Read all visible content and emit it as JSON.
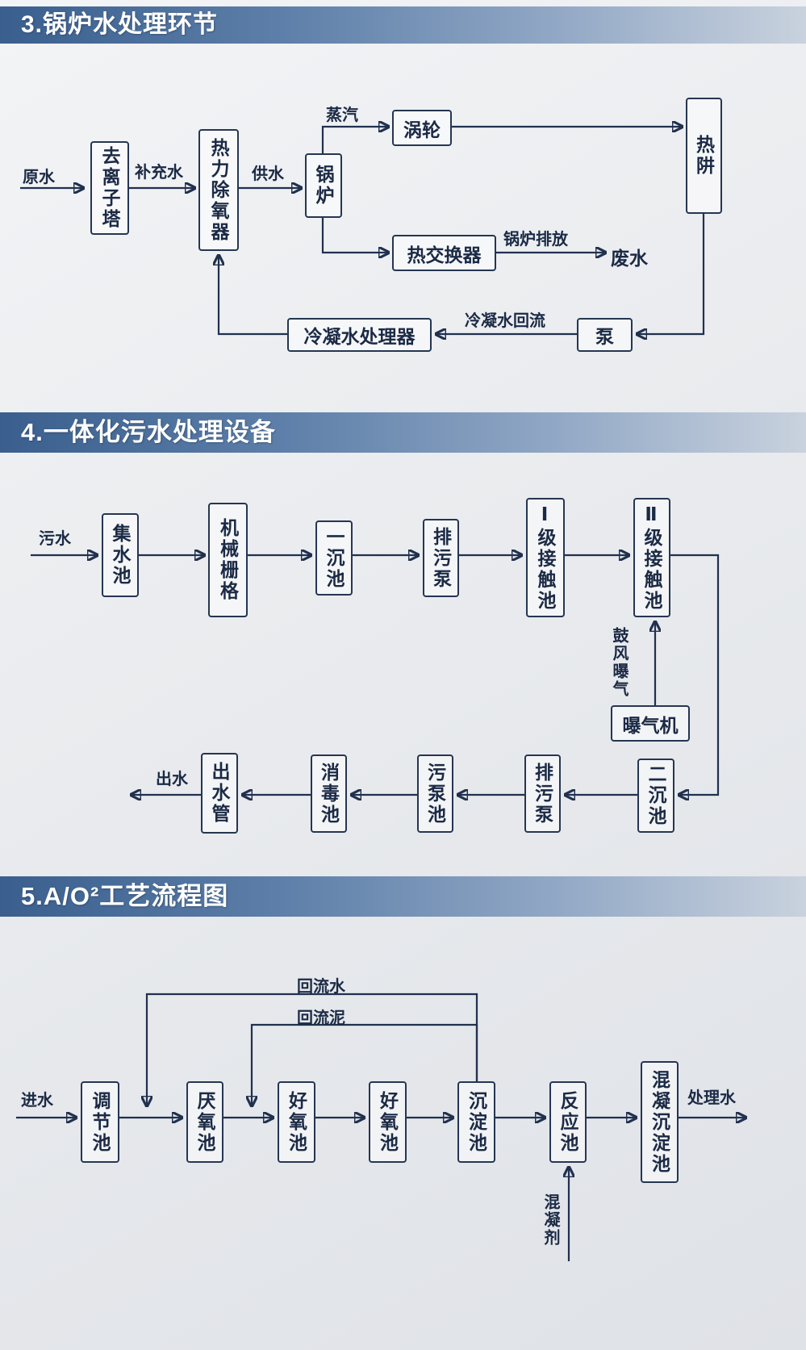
{
  "sections": {
    "boiler": {
      "title": "3.锅炉水处理环节",
      "nodes": {
        "deionization_tower": "去离子塔",
        "thermal_deaerator": "热力除氧器",
        "boiler": "锅炉",
        "turbine": "涡轮",
        "heat_sink": "热阱",
        "heat_exchanger": "热交换器",
        "pump": "泵",
        "condensate_processor": "冷凝水处理器"
      },
      "labels": {
        "raw_water": "原水",
        "makeup_water": "补充水",
        "supply_water": "供水",
        "steam": "蒸汽",
        "boiler_discharge": "锅炉排放",
        "waste_water": "废水",
        "condensate_return": "冷凝水回流"
      }
    },
    "integrated": {
      "title": "4.一体化污水处理设备",
      "nodes": {
        "collection_pool": "集水池",
        "mechanical_grid": "机械栅格",
        "primary_sedimentation": "一沉池",
        "sewage_pump_1": "排污泵",
        "contact_pool_1": "Ⅰ级接触池",
        "contact_pool_2": "Ⅱ级接触池",
        "aerator": "曝气机",
        "secondary_sedimentation": "二沉池",
        "sewage_pump_2": "排污泵",
        "sewage_pump_pool": "污泵池",
        "disinfection_pool": "消毒池",
        "outlet_pipe": "出水管"
      },
      "labels": {
        "sewage": "污水",
        "blast_aeration": "鼓风曝气",
        "outflow": "出水"
      }
    },
    "ao2": {
      "title": "5.A/O²工艺流程图",
      "nodes": {
        "regulation_pool": "调节池",
        "anaerobic_pool": "厌氧池",
        "aerobic_pool_1": "好氧池",
        "aerobic_pool_2": "好氧池",
        "sedimentation_pool": "沉淀池",
        "reaction_pool": "反应池",
        "coagulation_sedimentation_pool": "混凝沉淀池"
      },
      "labels": {
        "inflow": "进水",
        "treated_water": "处理水",
        "return_water": "回流水",
        "return_sludge": "回流泥",
        "coagulant": "混凝剂"
      }
    }
  },
  "colors": {
    "accent_dark": "#20304e",
    "header_start": "#3a5f8e",
    "header_end": "#c9d2de"
  }
}
